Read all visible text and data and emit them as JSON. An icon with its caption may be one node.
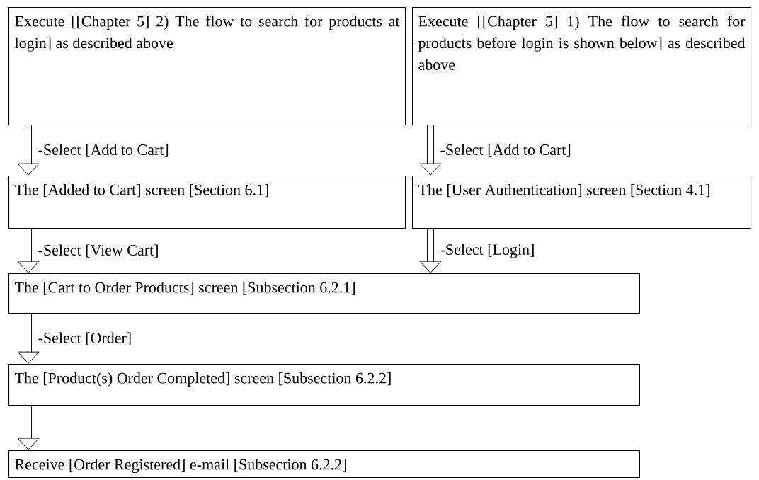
{
  "diagram": {
    "nodes": [
      {
        "text": [
          "Execute [[Chapter 5] 2) The flow to search for products at login] as described above"
        ]
      },
      {
        "text": [
          "Execute [[Chapter 5] 1) The flow to search for products before login is shown below] as described above"
        ]
      },
      {
        "text": [
          "The [Added to Cart] screen [Section 6.1]"
        ]
      },
      {
        "text": [
          "The [User Authentication] screen [Section 4.1]"
        ]
      },
      {
        "text": [
          "The [Cart to Order Products] screen [Subsection 6.2.1]"
        ]
      },
      {
        "text": [
          "The [Product(s) Order Completed] screen [Subsection 6.2.2]"
        ]
      },
      {
        "text": [
          "Receive [Order Registered] e-mail [Subsection 6.2.2]"
        ]
      }
    ],
    "edges": [
      {
        "from": 0,
        "to": 2,
        "arrow": "to",
        "label": "-Select [Add to Cart]"
      },
      {
        "from": 1,
        "to": 3,
        "arrow": "to",
        "label": "-Select [Add to Cart]"
      },
      {
        "from": 2,
        "to": 4,
        "arrow": "to",
        "label": "-Select [View Cart]"
      },
      {
        "from": 3,
        "to": 4,
        "arrow": "to",
        "label": "-Select [Login]"
      },
      {
        "from": 4,
        "to": 5,
        "arrow": "to",
        "label": "-Select [Order]"
      },
      {
        "from": 5,
        "to": 6,
        "arrow": "to"
      }
    ]
  }
}
